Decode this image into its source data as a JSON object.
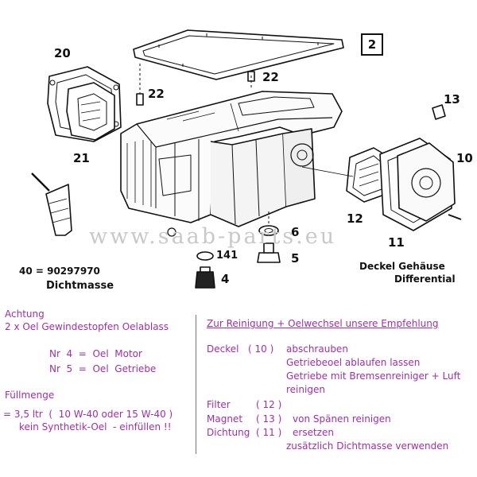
{
  "badge": "2",
  "part_labels": {
    "p20": "20",
    "p21": "21",
    "p22a": "22",
    "p22b": "22",
    "p13": "13",
    "p10": "10",
    "p12": "12",
    "p11": "11",
    "p6": "6",
    "p5": "5",
    "p141": "141",
    "p4": "4"
  },
  "watermark": "www.saab-parts.eu",
  "part40": {
    "number": "40 = 90297970",
    "name": "Dichtmasse"
  },
  "cover_caption": {
    "line1": "Deckel Gehäuse",
    "line2": "Differential"
  },
  "left_notes": {
    "achtung_title": "Achtung",
    "achtung_line": "2 x Oel Gewindestopfen Oelablass",
    "nr4": "Nr  4  =  Oel  Motor",
    "nr5": "Nr  5  =  Oel  Getriebe",
    "fill_title": "Füllmenge",
    "fill_line1": "= 3,5 ltr  (  10 W-40 oder 15 W-40 )",
    "fill_line2": "kein Synthetik-Oel  - einfüllen !!"
  },
  "right_notes": {
    "heading": "Zur Reinigung + Oelwechsel  unsere Empfehlung",
    "deckel_label": "Deckel",
    "deckel_num": "( 10 )",
    "deckel_action": "abschrauben",
    "deckel_l2": "Getriebeoel ablaufen lassen",
    "deckel_l3": "Getriebe mit Bremsenreiniger + Luft",
    "deckel_l4": "reinigen",
    "filter_label": "Filter",
    "filter_num": "( 12 )",
    "magnet_label": "Magnet",
    "magnet_num": "( 13 )",
    "magnet_action": "von Spänen reinigen",
    "dichtung_label": "Dichtung",
    "dichtung_num": "( 11 )",
    "dichtung_action": "ersetzen",
    "dichtung_l2": "zusätzlich Dichtmasse verwenden"
  }
}
